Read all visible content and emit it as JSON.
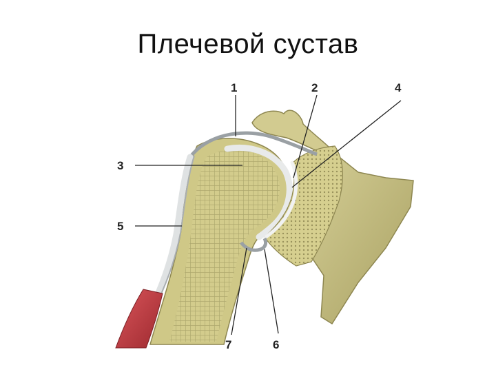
{
  "title": "Плечевой сустав",
  "labels": {
    "l1": "1",
    "l2": "2",
    "l3": "3",
    "l4": "4",
    "l5": "5",
    "l6": "6",
    "l7": "7"
  },
  "colors": {
    "bone": "#d8d29a",
    "bone_dark": "#b9b170",
    "cancellous": "#c9c27f",
    "cartilage": "#e6e8e8",
    "capsule": "#9aa0a4",
    "muscle": "#c0393f",
    "line": "#222222"
  }
}
